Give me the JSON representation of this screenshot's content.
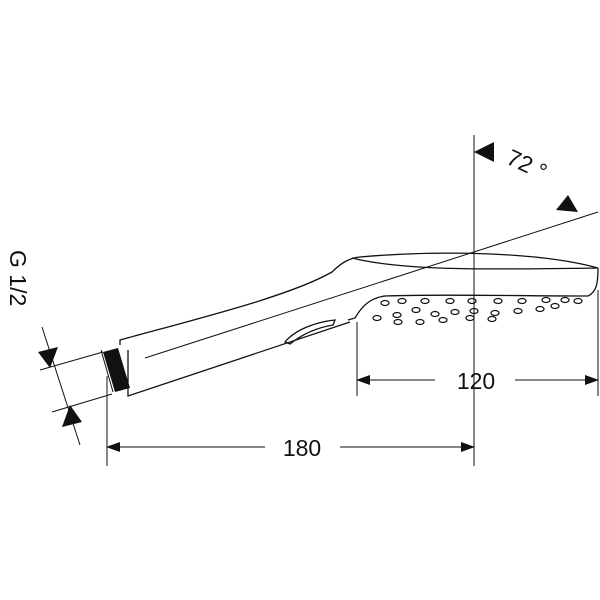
{
  "drawing": {
    "dimensions": {
      "length_overall": "180",
      "head_length": "120",
      "angle": "72 °",
      "thread": "G 1/2"
    },
    "colors": {
      "line": "#111111",
      "background": "#ffffff"
    }
  }
}
